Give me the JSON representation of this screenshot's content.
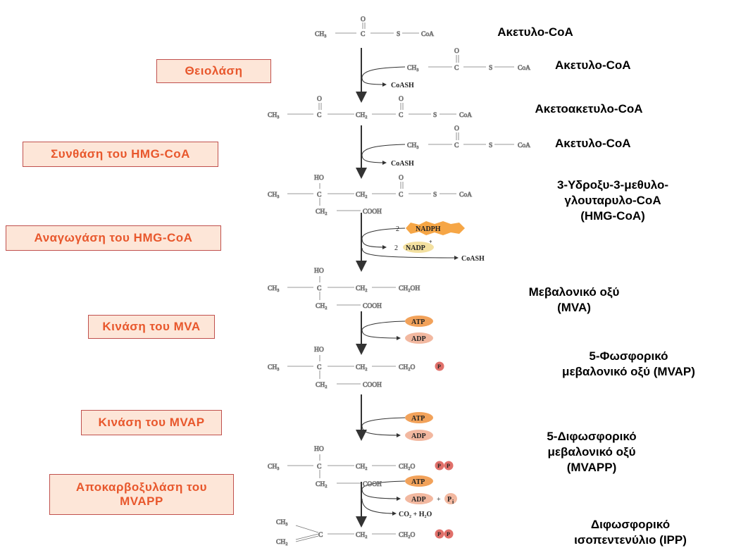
{
  "colors": {
    "enzyme_text": "#e8572c",
    "enzyme_fill": "#fde6d8",
    "enzyme_border": "#c0504d",
    "atp_fill": "#f2a25a",
    "nadph_fill": "#f6a646",
    "nadp_fill": "#f3e0a0",
    "phosphate_fill": "#e0706a"
  },
  "enzymes": [
    "Θειολάση",
    "Συνθάση του HMG-CoA",
    "Αναγωγάση του HMG-CoA",
    "Κινάση του MVA",
    "Κινάση του MVAP",
    "Αποκαρβοξυλάση του MVAPP"
  ],
  "compounds": [
    "Ακετυλο-CoA",
    "Ακετοακετυλο-CoA",
    "3-Υδροξυ-3-μεθυλο-\nγλουταρυλο-CoA\n(HMG-CoA)",
    "Μεβαλονικό οξύ\n(MVA)",
    "5-Φωσφορικό\nμεβαλονικό οξύ (MVAP)",
    "5-Διφωσφορικό\nμεβαλονικό οξύ\n(MVAPP)",
    "Διφωσφορικό\nισοπεντενύλιο (IPP)"
  ],
  "side_compounds": [
    "Ακετυλο-CoA",
    "Ακετυλο-CoA"
  ],
  "cofactors": {
    "coash": "CoASH",
    "nadph": "NADPH",
    "nadp": "NADP",
    "nadp_sup": "+",
    "nadph_count": "2",
    "nadp_count": "2",
    "atp": "ATP",
    "adp": "ADP",
    "pi": "P",
    "pi_sub": "i",
    "co2_h2o": "CO₂ + H₂O",
    "plus": "+"
  },
  "chem": {
    "ch3": "CH₃",
    "ch2": "CH₂",
    "c": "C",
    "o": "O",
    "s": "S",
    "coa": "CoA",
    "ho": "HO",
    "cooh": "COOH",
    "ch2oh": "CH₂OH",
    "ch2o": "CH₂O",
    "p": "P"
  }
}
